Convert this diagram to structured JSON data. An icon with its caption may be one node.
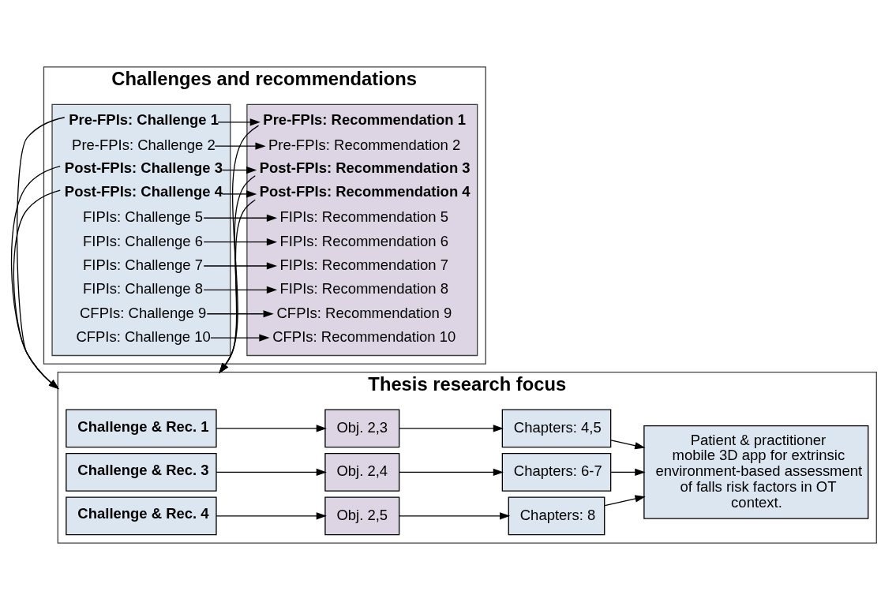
{
  "diagram": {
    "nodes": [
      {
        "text": [
          "Challenges and recommendations"
        ]
      },
      {
        "text": [],
        "shape": "box",
        "in": 0
      },
      {
        "text": [
          "Pre-FPIs: Challenge 1"
        ],
        "in": 1
      },
      {
        "text": [
          "Pre-FPIs: Challenge 2"
        ],
        "in": 1
      },
      {
        "text": [
          "Post-FPIs: Challenge 3"
        ],
        "in": 1
      },
      {
        "text": [
          "Post-FPIs: Challenge 4"
        ],
        "in": 1
      },
      {
        "text": [
          "FIPIs: Challenge 5"
        ],
        "in": 1
      },
      {
        "text": [
          "FIPIs: Challenge 6"
        ],
        "in": 1
      },
      {
        "text": [
          "FIPIs: Challenge 7"
        ],
        "in": 1
      },
      {
        "text": [
          "FIPIs: Challenge 8"
        ],
        "in": 1
      },
      {
        "text": [
          "CFPIs: Challenge 9"
        ],
        "in": 1
      },
      {
        "text": [
          "CFPIs: Challenge 10"
        ],
        "in": 1
      },
      {
        "text": [],
        "shape": "box",
        "in": 0
      },
      {
        "text": [
          "Pre-FPIs: Recommendation 1"
        ],
        "in": 12
      },
      {
        "text": [
          "Pre-FPIs: Recommendation 2"
        ],
        "in": 12
      },
      {
        "text": [
          "Post-FPIs: Recommendation 3"
        ],
        "in": 12
      },
      {
        "text": [
          "Post-FPIs: Recommendation 4"
        ],
        "in": 12
      },
      {
        "text": [
          "FIPIs: Recommendation 5"
        ],
        "in": 12
      },
      {
        "text": [
          "FIPIs: Recommendation 6"
        ],
        "in": 12
      },
      {
        "text": [
          "FIPIs: Recommendation 7"
        ],
        "in": 12
      },
      {
        "text": [
          "FIPIs: Recommendation 8"
        ],
        "in": 12
      },
      {
        "text": [
          "CFPIs: Recommendation 9"
        ],
        "in": 12
      },
      {
        "text": [
          "CFPIs: Recommendation 10"
        ],
        "in": 12
      },
      {
        "text": [
          "Thesis research focus"
        ]
      },
      {
        "text": [
          "Challenge & Rec. 1"
        ],
        "in": 23
      },
      {
        "text": [
          "Obj. 2,3"
        ],
        "in": 23
      },
      {
        "text": [
          "Chapters: 4,5"
        ],
        "in": 23
      },
      {
        "text": [
          "Patient & practitioner mobile 3D app for extrinsic environment-based assessment of falls risk factors in OT context."
        ],
        "in": 23
      },
      {
        "text": [
          "Challenge & Rec. 3"
        ],
        "in": 23
      },
      {
        "text": [
          "Obj. 2,4"
        ],
        "in": 23
      },
      {
        "text": [
          "Chapters: 6-7"
        ],
        "in": 23
      },
      {
        "text": [
          "Challenge & Rec. 4"
        ],
        "in": 23
      },
      {
        "text": [
          "Obj. 2,5"
        ],
        "in": 23
      },
      {
        "text": [
          "Chapters: 8"
        ],
        "in": 23
      }
    ],
    "edges": [
      {
        "from": 2,
        "to": 13,
        "arrow": "to"
      },
      {
        "from": 3,
        "to": 14,
        "arrow": "to"
      },
      {
        "from": 4,
        "to": 15,
        "arrow": "to"
      },
      {
        "from": 5,
        "to": 16,
        "arrow": "to"
      },
      {
        "from": 6,
        "to": 17,
        "arrow": "to"
      },
      {
        "from": 7,
        "to": 18,
        "arrow": "to"
      },
      {
        "from": 8,
        "to": 19,
        "arrow": "to"
      },
      {
        "from": 9,
        "to": 20,
        "arrow": "to"
      },
      {
        "from": 10,
        "to": 21,
        "arrow": "to"
      },
      {
        "from": 11,
        "to": 22,
        "arrow": "to"
      },
      {
        "from": 2,
        "to": 23,
        "arrow": "to"
      },
      {
        "from": 4,
        "to": 23,
        "arrow": "to"
      },
      {
        "from": 5,
        "to": 23,
        "arrow": "to"
      },
      {
        "from": 13,
        "to": 23,
        "arrow": "to"
      },
      {
        "from": 15,
        "to": 23,
        "arrow": "to"
      },
      {
        "from": 16,
        "to": 23,
        "arrow": "to"
      },
      {
        "from": 24,
        "to": 25,
        "arrow": "to"
      },
      {
        "from": 25,
        "to": 26,
        "arrow": "to"
      },
      {
        "from": 26,
        "to": 27,
        "arrow": "to"
      },
      {
        "from": 28,
        "to": 29,
        "arrow": "to"
      },
      {
        "from": 29,
        "to": 30,
        "arrow": "to"
      },
      {
        "from": 30,
        "to": 27,
        "arrow": "to"
      },
      {
        "from": 31,
        "to": 32,
        "arrow": "to"
      },
      {
        "from": 32,
        "to": 33,
        "arrow": "to"
      },
      {
        "from": 33,
        "to": 27,
        "arrow": "to"
      }
    ]
  }
}
